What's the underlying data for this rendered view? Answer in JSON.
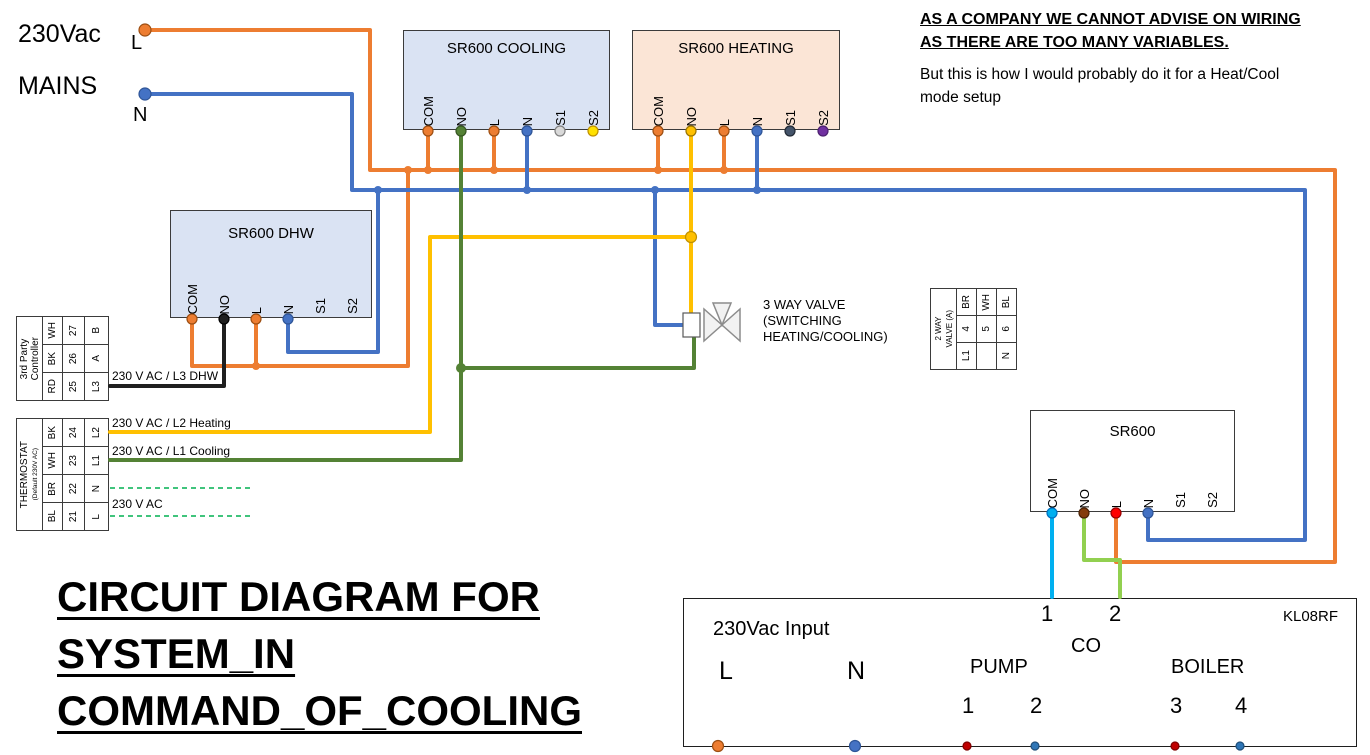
{
  "colors": {
    "live_orange": "#ED7D31",
    "neutral_blue": "#4472C4",
    "heating_yellow": "#FFC000",
    "cooling_green": "#548235",
    "dhw_black": "#1F1F1F",
    "co_cyan": "#00B0F0",
    "co_green": "#92D050",
    "hint_green": "#00B050",
    "s1_gray": "#D9D9D9",
    "s2_yellow": "#FFE100",
    "s1_slate": "#44546A",
    "s2_purple": "#7030A0",
    "no_brown": "#843C0C",
    "l_red": "#FF0000",
    "pump_red": "#C00000",
    "pump_blue": "#2E75B6",
    "box_cooling_fill": "#DAE3F3",
    "box_heating_fill": "#FBE5D6"
  },
  "mains": {
    "voltage": "230Vac",
    "label": "MAINS",
    "live": "L",
    "neutral": "N"
  },
  "boxes": {
    "cooling": {
      "title": "SR600 COOLING",
      "terminals": [
        "COM",
        "NO",
        "L",
        "N",
        "S1",
        "S2"
      ]
    },
    "heating": {
      "title": "SR600 HEATING",
      "terminals": [
        "COM",
        "NO",
        "L",
        "N",
        "S1",
        "S2"
      ]
    },
    "dhw": {
      "title": "SR600 DHW",
      "terminals": [
        "COM",
        "NO",
        "L",
        "N",
        "S1",
        "S2"
      ]
    },
    "sr600": {
      "title": "SR600",
      "terminals": [
        "COM",
        "NO",
        "L",
        "N",
        "S1",
        "S2"
      ]
    }
  },
  "disclaimer": {
    "line1": "AS A COMPANY WE CANNOT ADVISE ON WIRING",
    "line2": "AS THERE ARE TOO MANY VARIABLES.",
    "body": "But this is how I would probably do it for a Heat/Cool mode setup"
  },
  "heading": {
    "line1": "CIRCUIT DIAGRAM FOR",
    "line2": "SYSTEM_IN",
    "line3": "COMMAND_OF_COOLING"
  },
  "wire_labels": {
    "dhw": "230 V AC / L3 DHW",
    "heating": "230 V AC / L2 Heating",
    "cooling": "230 V AC / L1 Cooling",
    "mains": "230 V AC"
  },
  "valve3": {
    "line1": "3 WAY VALVE",
    "line2": "(SWITCHING",
    "line3": "HEATING/COOLING)"
  },
  "tables": {
    "controller": {
      "label_line1": "3rd Party",
      "label_line2": "Controller",
      "rows": [
        [
          "WH",
          "27",
          "B"
        ],
        [
          "BK",
          "26",
          "A"
        ],
        [
          "RD",
          "25",
          "L3"
        ]
      ]
    },
    "thermostat": {
      "label_line1": "THERMOSTAT",
      "label_line2": "(Default 230V AC)",
      "rows": [
        [
          "BK",
          "24",
          "L2"
        ],
        [
          "WH",
          "23",
          "L1"
        ],
        [
          "BR",
          "22",
          "N"
        ],
        [
          "BL",
          "21",
          "L"
        ]
      ]
    },
    "valve2": {
      "label_line1": "2 WAY",
      "label_line2": "VALVE (A)",
      "rows": [
        [
          "BR",
          "WH",
          "BL"
        ],
        [
          "4",
          "5",
          "6"
        ],
        [
          "L1",
          "",
          "N"
        ]
      ]
    }
  },
  "kl08rf": {
    "model": "KL08RF",
    "input_label": "230Vac Input",
    "live": "L",
    "neutral": "N",
    "pump_label": "PUMP",
    "co_label": "CO",
    "boiler_label": "BOILER",
    "co_terminals": [
      "1",
      "2"
    ],
    "pump_terminals": [
      "1",
      "2"
    ],
    "boiler_terminals": [
      "3",
      "4"
    ]
  }
}
